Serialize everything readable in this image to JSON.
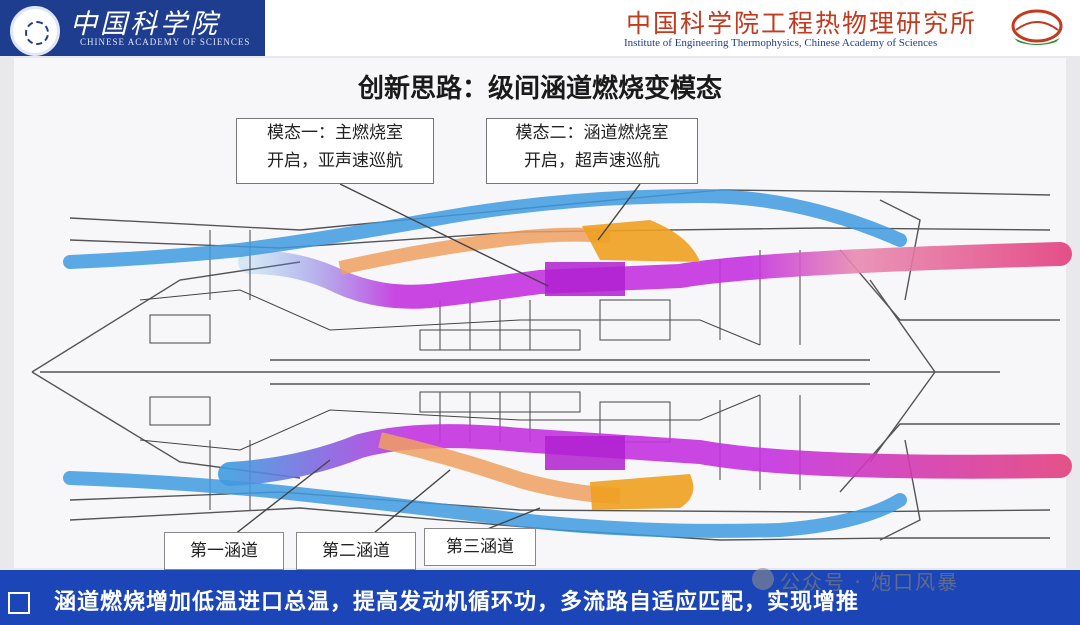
{
  "header": {
    "cas_name_cn": "中国科学院",
    "cas_name_en": "CHINESE ACADEMY OF SCIENCES",
    "institute_cn": "中国科学院工程热物理研究所",
    "institute_en": "Institute of Engineering Thermophysics, Chinese Academy of Sciences"
  },
  "title": "创新思路：级间涵道燃烧变模态",
  "callouts": {
    "mode1_line1": "模态一：主燃烧室",
    "mode1_line2": "开启，亚声速巡航",
    "mode2_line1": "模态二：涵道燃烧室",
    "mode2_line2": "开启，超声速巡航"
  },
  "ducts": {
    "first": "第一涵道",
    "second": "第二涵道",
    "third": "第三涵道"
  },
  "bottom_banner": "涵道燃烧增加低温进口总温，提高发动机循环功，多流路自适应匹配，实现增推",
  "watermark": "公众号 · 炮口风暴",
  "colors": {
    "cold_flow": "#3f9be0",
    "hot_flow": "#c532e0",
    "duct_burner": "#f0a020",
    "exhaust": "#e24080",
    "banner": "#1c46b8"
  }
}
